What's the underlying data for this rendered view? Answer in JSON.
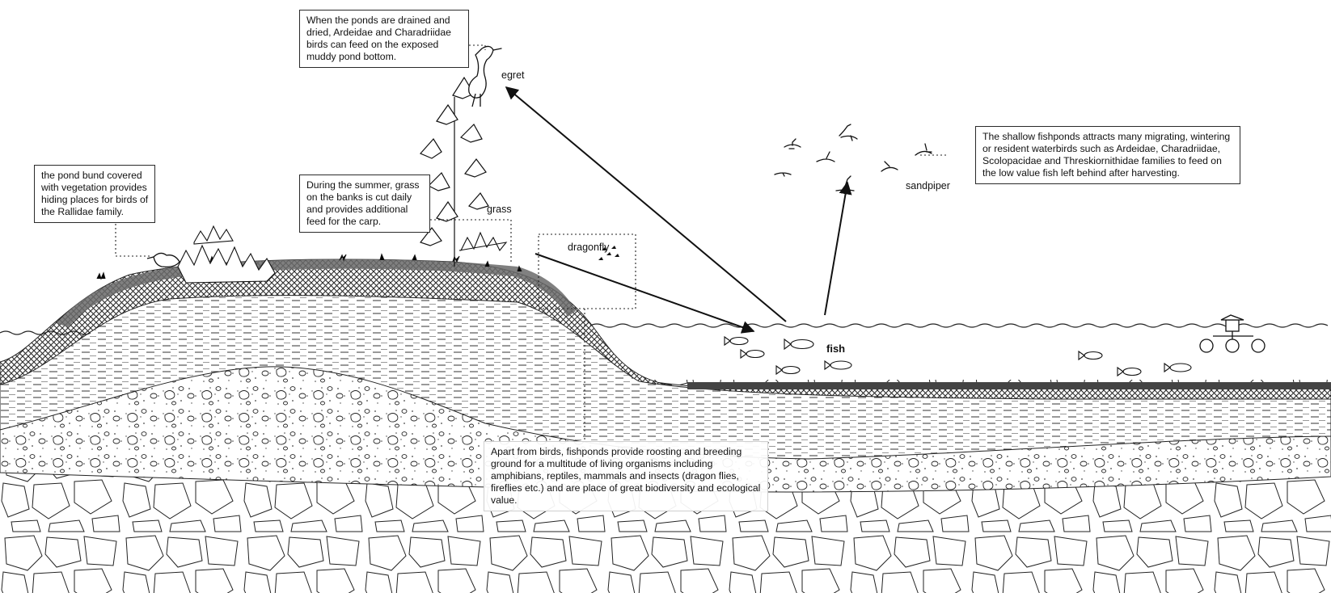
{
  "callouts": {
    "drained": "When the ponds are drained and dried, Ardeidae and Charadriidae birds can feed on the exposed muddy pond bottom.",
    "bund": "the pond bund covered with vegetation provides hiding places for birds of the Rallidae family.",
    "summer": "During the summer, grass on the banks is cut daily and provides additional feed for the carp.",
    "shallow": "The shallow fishponds attracts many migrating, wintering or resident waterbirds such as Ardeidae, Charadriidae, Scolopacidae and Threskiornithidae families to feed on the low value fish left behind after harvesting.",
    "biodiversity": "Apart from birds, fishponds provide roosting and breeding ground for a multitude of living organisms including amphibians, reptiles, mammals and insects (dragon flies, fireflies etc.) and are place of great biodiversity and ecological value."
  },
  "labels": {
    "egret": "egret",
    "grass": "grass",
    "dragonfly": "dragonfly",
    "sandpiper": "sandpiper",
    "fish": "fish"
  },
  "colors": {
    "ink": "#111111",
    "paper": "#ffffff",
    "bund_fill": "#5a5a5a"
  },
  "icons": [
    "egret-icon",
    "rail-bird-icon",
    "sandpiper-icon",
    "fish-icon",
    "dragonfly-icon",
    "aerator-icon",
    "tree-icon",
    "shrub-icon"
  ]
}
